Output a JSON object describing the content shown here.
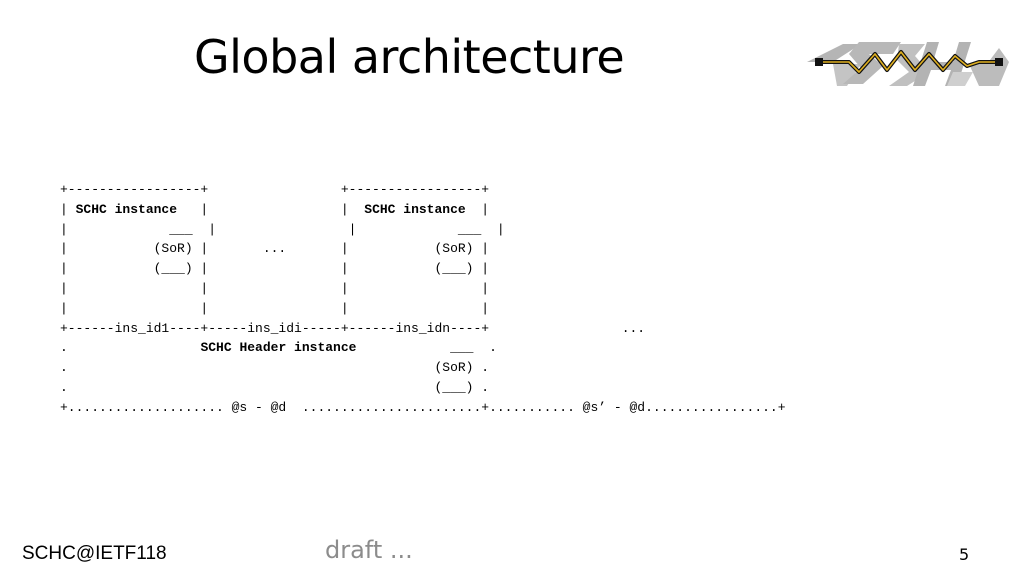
{
  "slide": {
    "title": "Global architecture",
    "footer_left": "SCHC@IETF118",
    "footer_center": "draft ...",
    "page_number": "5"
  },
  "logo": {
    "text": "SCHC",
    "icon": "schc-logo"
  },
  "diagram": {
    "lines": [
      [
        {
          "t": "+-----------------+                 +-----------------+"
        }
      ],
      [
        {
          "t": "| "
        },
        {
          "t": "SCHC instance",
          "b": true
        },
        {
          "t": "   |                 |  "
        },
        {
          "t": "SCHC instance",
          "b": true
        },
        {
          "t": "  |"
        }
      ],
      [
        {
          "t": "|             ___  |                 |             ___  |"
        }
      ],
      [
        {
          "t": "|           (SoR) |       ...       |           (SoR) |"
        }
      ],
      [
        {
          "t": "|           (___) |                 |           (___) |"
        }
      ],
      [
        {
          "t": "|                 |                 |                 |"
        }
      ],
      [
        {
          "t": "|                 |                 |                 |"
        }
      ],
      [
        {
          "t": "+------ins_id1----+-----ins_idi-----+------ins_idn----+                 ..."
        }
      ],
      [
        {
          "t": ".                 "
        },
        {
          "t": "SCHC Header instance",
          "b": true
        },
        {
          "t": "            ___  ."
        }
      ],
      [
        {
          "t": ".                                               (SoR) ."
        }
      ],
      [
        {
          "t": ".                                               (___) ."
        }
      ],
      [
        {
          "t": "+.................... @s - @d  .......................+........... @s’ - @d.................+"
        }
      ]
    ]
  }
}
